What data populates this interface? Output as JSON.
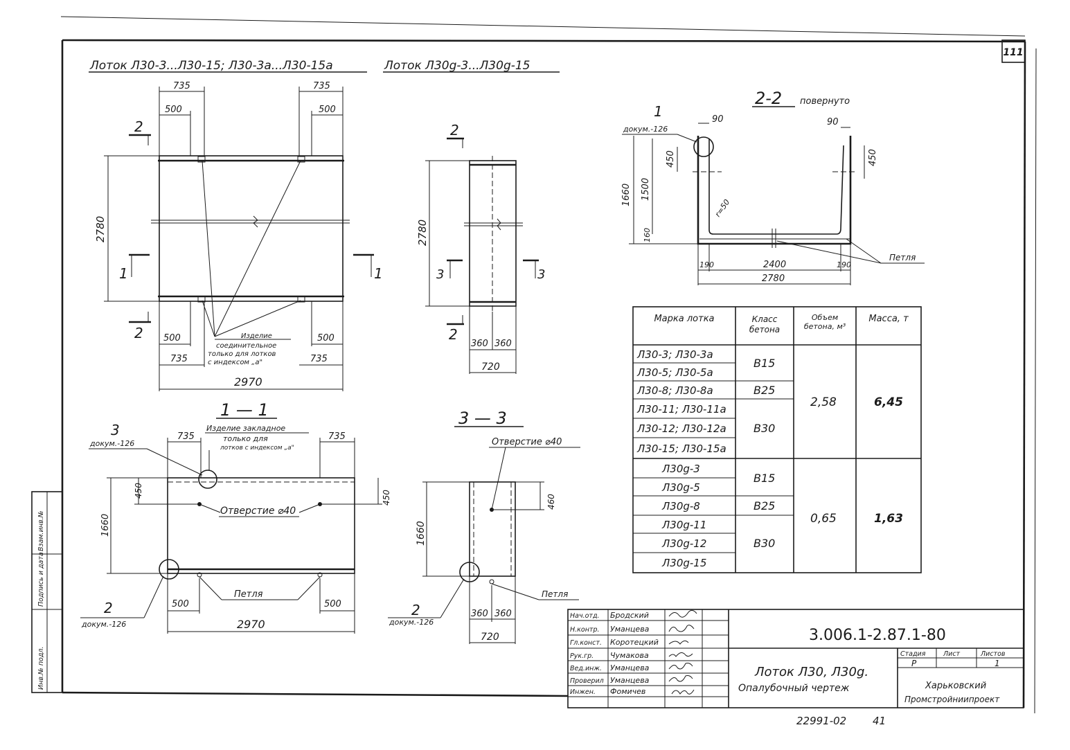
{
  "sheet": {
    "sheet_number": "111",
    "footer_left": "22991-02",
    "footer_right": "41"
  },
  "titles": {
    "left": "Лоток Л30-3...Л30-15; Л30-3а...Л30-15а",
    "right": "Лоток Л30g-3...Л30g-15"
  },
  "plan_main": {
    "dims_top_outer": "735",
    "dims_top_inner": "500",
    "dims_bottom_inner": "500",
    "dims_bottom_outer": "735",
    "height": "2780",
    "width": "2970",
    "cut_2": "2",
    "cut_1": "1",
    "note": [
      "Изделие",
      "соединительное",
      "только для лотков",
      "с индексом „а\""
    ]
  },
  "plan_small": {
    "height": "2780",
    "half_width": "360",
    "width": "720",
    "cut_2": "2",
    "cut_3": "3"
  },
  "section_22": {
    "title": "2-2",
    "subtitle": "повернуто",
    "callout_num": "1",
    "callout_doc": "докум.-126",
    "wall": "90",
    "loop_depth": "450",
    "inner_height": "1500",
    "total_height": "1660",
    "bottom": "160",
    "radius": "r=50",
    "side": "190",
    "inner_width": "2400",
    "total_width": "2780",
    "loop": "Петля"
  },
  "section_11": {
    "title": "1 — 1",
    "callout3_num": "3",
    "callout3_doc": "докум.-126",
    "note": [
      "Изделие закладное",
      "только для",
      "лотков с индексом „а\""
    ],
    "dim_side": "735",
    "hole_depth": "450",
    "height": "1660",
    "hole": "Отверстие ⌀40",
    "loop": "Петля",
    "callout2_num": "2",
    "callout2_doc": "докум.-126",
    "dim_loop": "500",
    "width": "2970"
  },
  "section_33": {
    "title": "3 — 3",
    "hole": "Отверстие ⌀40",
    "hole_depth": "460",
    "height": "1660",
    "loop": "Петля",
    "callout_num": "2",
    "callout_doc": "докум.-126",
    "half_width": "360",
    "width": "720"
  },
  "table": {
    "headers": [
      "Марка лотка",
      "Класс бетона",
      "Объем бетона, м³",
      "Масса, т"
    ],
    "marks": [
      "Л30-3; Л30-3а",
      "Л30-5; Л30-5а",
      "Л30-8; Л30-8а",
      "Л30-11; Л30-11а",
      "Л30-12; Л30-12а",
      "Л30-15; Л30-15а",
      "Л30g-3",
      "Л30g-5",
      "Л30g-8",
      "Л30g-11",
      "Л30g-12",
      "Л30g-15"
    ],
    "classes": [
      "В15",
      "В25",
      "В30",
      "В15",
      "В25",
      "В30"
    ],
    "volumes": [
      "2,58",
      "0,65"
    ],
    "masses": [
      "6,45",
      "1,63"
    ]
  },
  "stamp": {
    "roles": [
      "Нач.отд.",
      "Н.контр.",
      "Гл.конст.",
      "Рук.гр.",
      "Вед.инж.",
      "Проверил",
      "Инжен."
    ],
    "names": [
      "Бродский",
      "Уманцева",
      "Коротецкий",
      "Чумакова",
      "Уманцева",
      "Уманцева",
      "Фомичев"
    ],
    "code": "3.006.1-2.87.1-80",
    "name_line1": "Лоток Л30, Л30g.",
    "name_line2": "Опалубочный чертеж",
    "col_headers": [
      "Стадия",
      "Лист",
      "Листов"
    ],
    "stage": "Р",
    "sheets": "1",
    "org_line1": "Харьковский",
    "org_line2": "Промстройниипроект"
  },
  "side_strip": [
    "Инв.№ подл.",
    "Подпись и дата",
    "Взам.инв.№"
  ]
}
